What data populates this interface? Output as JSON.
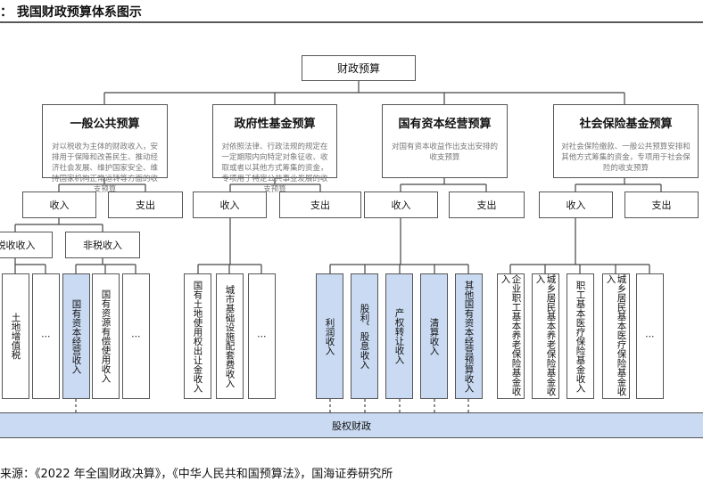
{
  "title": "：  我国财政预算体系图示",
  "root": "财政预算",
  "budgets": [
    {
      "title": "一般公共预算",
      "desc": "对以税收为主体的财政收入，安排用于保障和改善民生、推动经济社会发展、维护国家安全、维持国家机构正常运转等方面的收支预算"
    },
    {
      "title": "政府性基金预算",
      "desc": "对依照法律、行政法规的规定在一定期限内向特定对象征收、收取或者以其他方式筹集的资金，专项用于特定公共事业发展的收支预算"
    },
    {
      "title": "国有资本经营预算",
      "desc": "对国有资本收益作出支出安排的收支预算"
    },
    {
      "title": "社会保险基金预算",
      "desc": "对社会保险缴款、一般公共预算安排和其他方式筹集的资金，专项用于社会保险的收支预算"
    }
  ],
  "income": "收入",
  "expense": "支出",
  "tax_income": "税收收入",
  "nontax_income": "非税收入",
  "leaves": [
    "土地增值税",
    "⋯",
    "国有资本经营收入",
    "国有资源有偿使用收入",
    "⋯",
    "国有土地使用权出让金收入",
    "城市基础设施配套费收入",
    "⋯",
    "利润收入",
    "股利、股息收入",
    "产权转让收入",
    "清算收入",
    "其他国有资本经营预算收入",
    "企业职工基本养老保险基金收入",
    "城乡居民基本养老保险基金收入",
    "职工基本医疗保险基金收入",
    "城乡居民基本医疗保险基金收入",
    "⋯"
  ],
  "highlighted_leaves": [
    2,
    8,
    9,
    10,
    11,
    12
  ],
  "bottom_bar": "股权财政",
  "source": "来源：《2022 年全国财政决算》，《中华人民共和国预算法》，国海证券研究所",
  "colors": {
    "highlight": "#c9daf2",
    "border": "#555555"
  }
}
